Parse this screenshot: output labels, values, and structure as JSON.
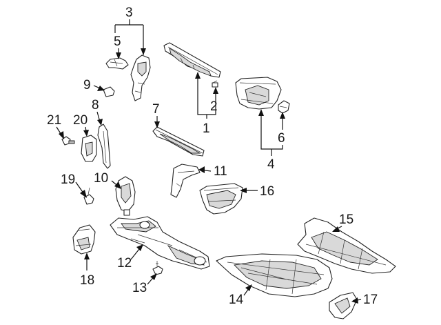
{
  "diagram": {
    "background": "#ffffff",
    "line_color": "#222222",
    "callouts": [
      "1",
      "2",
      "3",
      "4",
      "5",
      "6",
      "7",
      "8",
      "9",
      "10",
      "11",
      "12",
      "13",
      "14",
      "15",
      "16",
      "17",
      "18",
      "19",
      "20",
      "21"
    ]
  }
}
